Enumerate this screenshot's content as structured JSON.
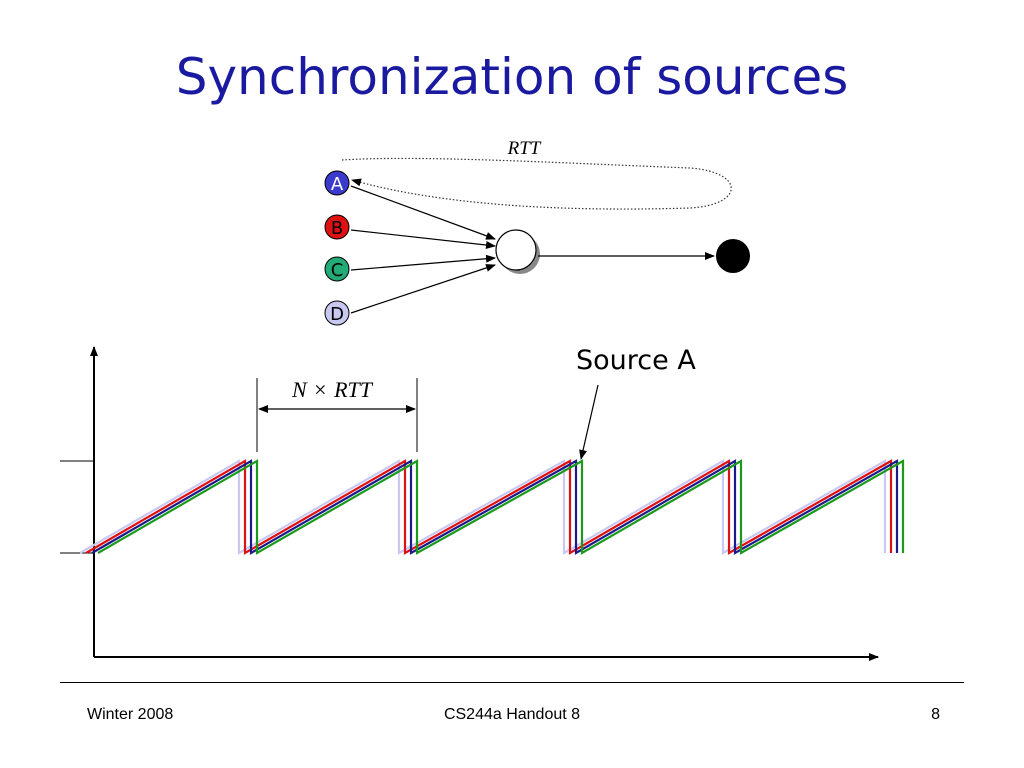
{
  "title": "Synchronization of sources",
  "network": {
    "rtt_label": "RTT",
    "sources": [
      {
        "label": "A",
        "color": "#3a3acc"
      },
      {
        "label": "B",
        "color": "#dd1111"
      },
      {
        "label": "C",
        "color": "#22aa77"
      },
      {
        "label": "D",
        "color": "#c8c8f0"
      }
    ]
  },
  "plot": {
    "interval_label_n": "N",
    "interval_label_times": "×",
    "interval_label_rtt": "RTT",
    "source_a_label": "Source A",
    "series_colors": [
      "#c8c8f0",
      "#dd1111",
      "#1a1a8c",
      "#1a9a1a"
    ]
  },
  "footer": {
    "left": "Winter 2008",
    "center": "CS244a Handout 8",
    "right": "8"
  }
}
